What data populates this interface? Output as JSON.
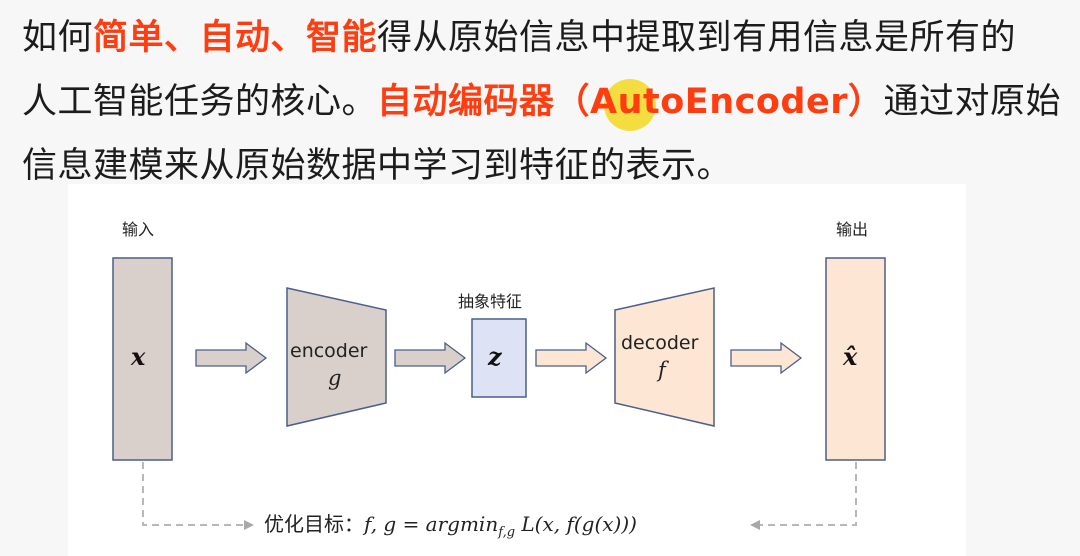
{
  "paragraph": {
    "line1_pre": "如何",
    "line1_hl": "简单、自动、智能",
    "line1_post": "得从原始信息中提取到有用信息是所有的",
    "line2_pre": "人工智能任务的核心。",
    "line2_hl": "自动编码器（AutoEncoder）",
    "line2_post": "通过对原始",
    "line3": "信息建模来从原始数据中学习到特征的表示。"
  },
  "diagram": {
    "input_label": "输入",
    "output_label": "输出",
    "feature_label": "抽象特征",
    "input_var": "x",
    "latent_var": "z",
    "output_var": "x̂",
    "encoder_word": "encoder",
    "encoder_fn": "g",
    "decoder_word": "decoder",
    "decoder_fn": "f",
    "objective_prefix": "优化目标：",
    "objective_main": "f, g = argmin",
    "objective_sub": "f,g",
    "objective_rest": " L(x, f(g(x)))"
  },
  "colors": {
    "highlight": "#ff3d10",
    "input_fill": "#d9d0cc",
    "encoder_fill": "#d9d0cc",
    "latent_fill": "#dde3f5",
    "decoder_fill": "#fde6d3",
    "output_fill": "#fde6d3",
    "stroke": "#4a5f8a",
    "cursor": "#f4da28"
  }
}
